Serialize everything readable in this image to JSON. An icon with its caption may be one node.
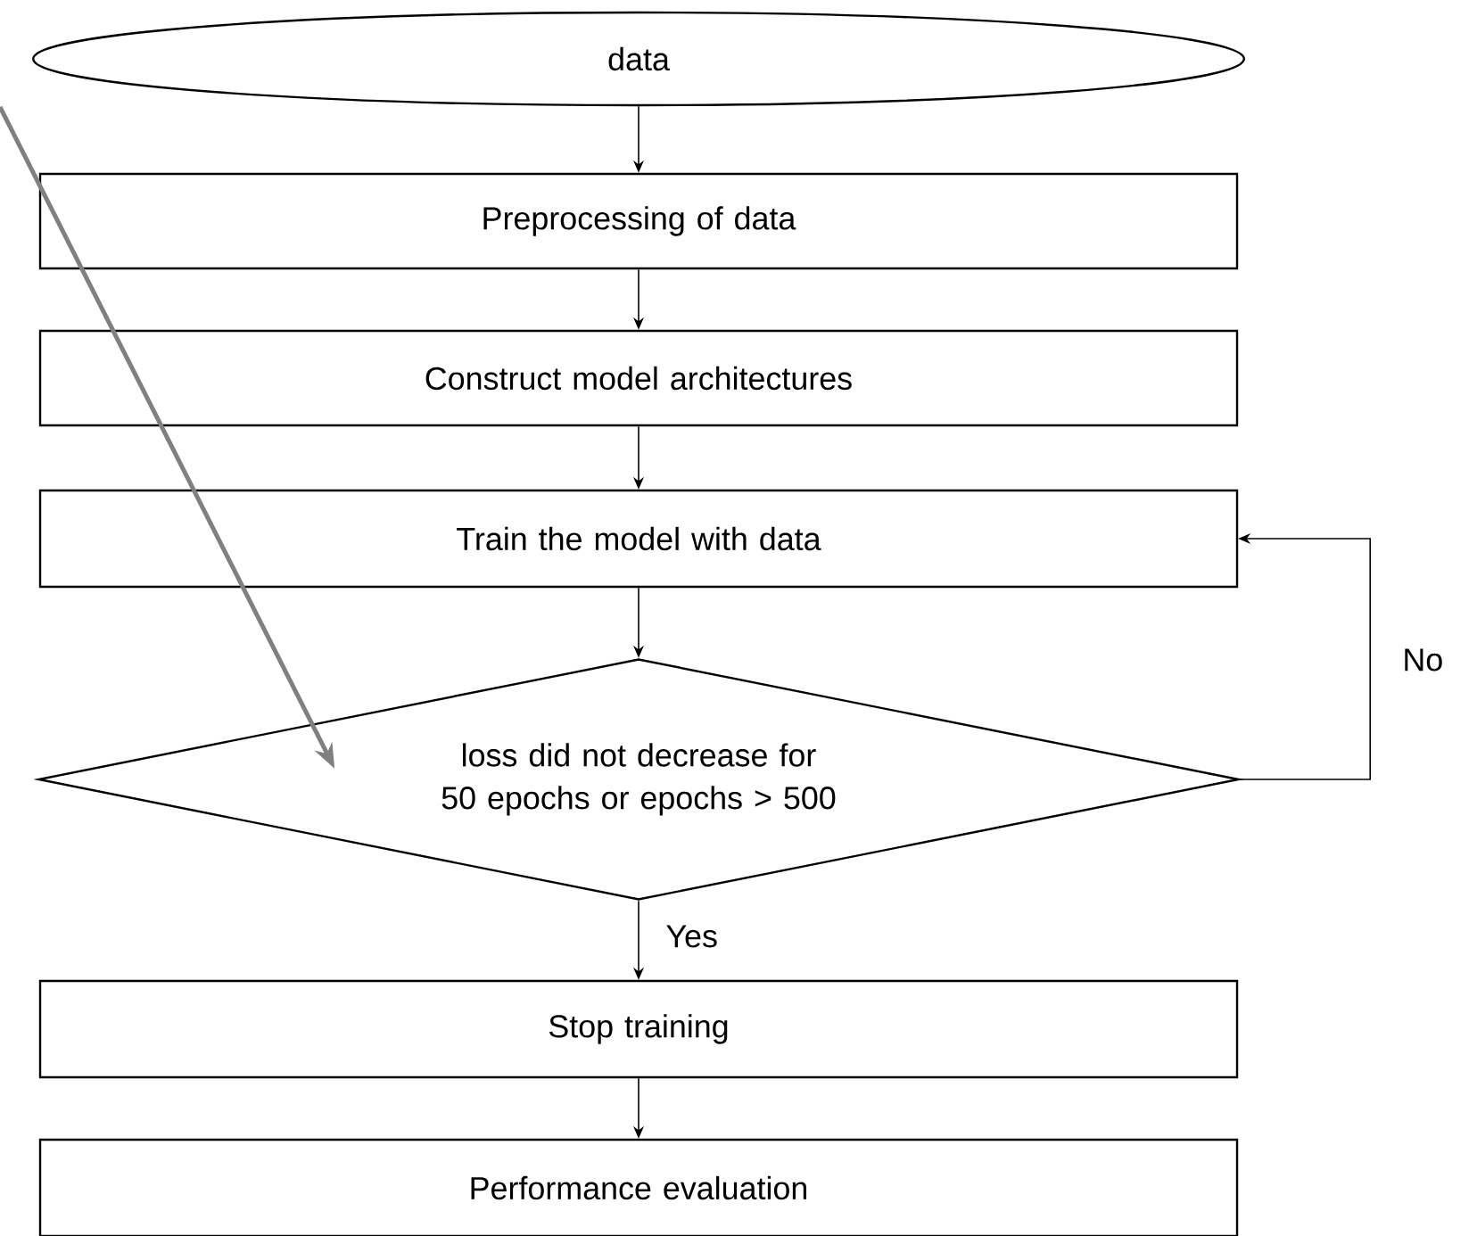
{
  "diagram": {
    "nodes": [
      {
        "text": [
          "data"
        ]
      },
      {
        "text": [
          "Preprocessing of data"
        ]
      },
      {
        "text": [
          "Construct model architectures"
        ]
      },
      {
        "text": [
          "Train the model with data"
        ]
      },
      {
        "text": [
          "loss did not decrease for 50 epochs or epochs > 500"
        ]
      },
      {
        "text": [
          "Stop training"
        ]
      },
      {
        "text": [
          "Performance evaluation"
        ]
      }
    ],
    "edges": [
      {
        "from": 0,
        "to": 1,
        "arrow": "to"
      },
      {
        "from": 1,
        "to": 2,
        "arrow": "to"
      },
      {
        "from": 2,
        "to": 3,
        "arrow": "to"
      },
      {
        "from": 3,
        "to": 4,
        "arrow": "to"
      },
      {
        "from": 4,
        "to": 3,
        "arrow": "to",
        "label": "No"
      },
      {
        "from": 4,
        "to": 5,
        "arrow": "to",
        "label": "Yes"
      },
      {
        "from": 5,
        "to": 6,
        "arrow": "to"
      },
      {
        "from": null,
        "to": 4,
        "arrow": "to",
        "style": "thick",
        "color": "#808080"
      }
    ]
  }
}
